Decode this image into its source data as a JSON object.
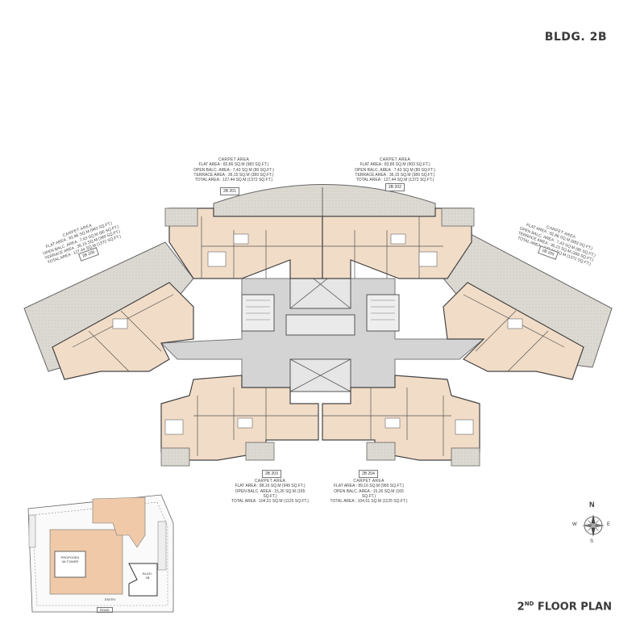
{
  "building_label": "BLDG. 2B",
  "floor_plan": {
    "number": "2",
    "suffix": "ND",
    "text": "FLOOR PLAN"
  },
  "units": {
    "u201": {
      "tag": "2B 201",
      "heading": "CARPET AREA",
      "lines": [
        "FLAT AREA : 82,86 SQ.M (983 SQ.FT.)",
        "OPEN BALC. AREA : 7,43 SQ.M (80 SQ.FT.)",
        "TERRACE AREA : 36,15 SQ.M (389 SQ.FT.)",
        "TOTAL AREA : 127,44 SQ.M (1372 SQ.FT.)"
      ]
    },
    "u202": {
      "tag": "2B 202",
      "heading": "CARPET AREA",
      "lines": [
        "FLAT AREA : 83,86 SQ.M (903 SQ.FT.)",
        "OPEN BALC. AREA : 7,43 SQ.M (80 SQ.FT.)",
        "TERRACE AREA : 36,15 SQ.M (389 SQ.FT.)",
        "TOTAL AREA : 127,44 SQ.M (1372 SQ.FT.)"
      ]
    },
    "u203": {
      "tag": "2B 203",
      "heading": "CARPET AREA",
      "lines": [
        "FLAT AREA : 88,16 SQ.M (949 SQ.FT.)",
        "OPEN BALC. AREA : 15,26 SQ.M (165 SQ.FT.)",
        "TOTAL AREA : 104,51 SQ.M (1125 SQ.FT.)"
      ]
    },
    "u204": {
      "tag": "2B 204",
      "heading": "CARPET AREA",
      "lines": [
        "FLAT AREA : 89,16 SQ.M (960 SQ.FT.)",
        "OPEN BALC. AREA : 15,26 SQ.M (165 SQ.FT.)",
        "TOTAL AREA : 104,51 SQ.M (1125 SQ.FT.)"
      ]
    },
    "u205": {
      "tag": "2B 205",
      "heading": "CARPET AREA",
      "lines": [
        "FLAT AREA : 82,86 SQ.M (983 SQ.FT.)",
        "OPEN BALC. AREA : 7,43 SQ.M (80 SQ.FT.)",
        "TERRACE AREA : 36,15 SQ.M (389 SQ.FT.)",
        "TOTAL AREA : 127,44 SQ.M (1372 SQ.FT.)"
      ]
    },
    "u206": {
      "tag": "2B 206",
      "heading": "CARPET AREA",
      "lines": [
        "FLAT AREA : 82,86 SQ.M (983 SQ.FT.)",
        "OPEN BALC. AREA : 7,43 SQ.M (80 SQ.FT.)",
        "TERRACE AREA : 36,15 SQ.M (389 SQ.FT.)",
        "TOTAL AREA : 127,44 SQ.M (1372 SQ.FT.)"
      ]
    }
  },
  "compass": {
    "n": "N",
    "s": "S",
    "e": "E",
    "w": "W"
  },
  "key_plan": {
    "proposed": "PROPOSED",
    "tower": "3A TOWER",
    "bldg_label": "BLDG.",
    "bldg_num": "2B",
    "entry": "ENTRY",
    "road": "ROAD"
  },
  "colors": {
    "flat_fill": "#f1dcc7",
    "terrace_fill": "#d9d6cf",
    "corridor_fill": "#d4d4d4",
    "wall": "#555555",
    "key_fill": "#efc9a8"
  }
}
